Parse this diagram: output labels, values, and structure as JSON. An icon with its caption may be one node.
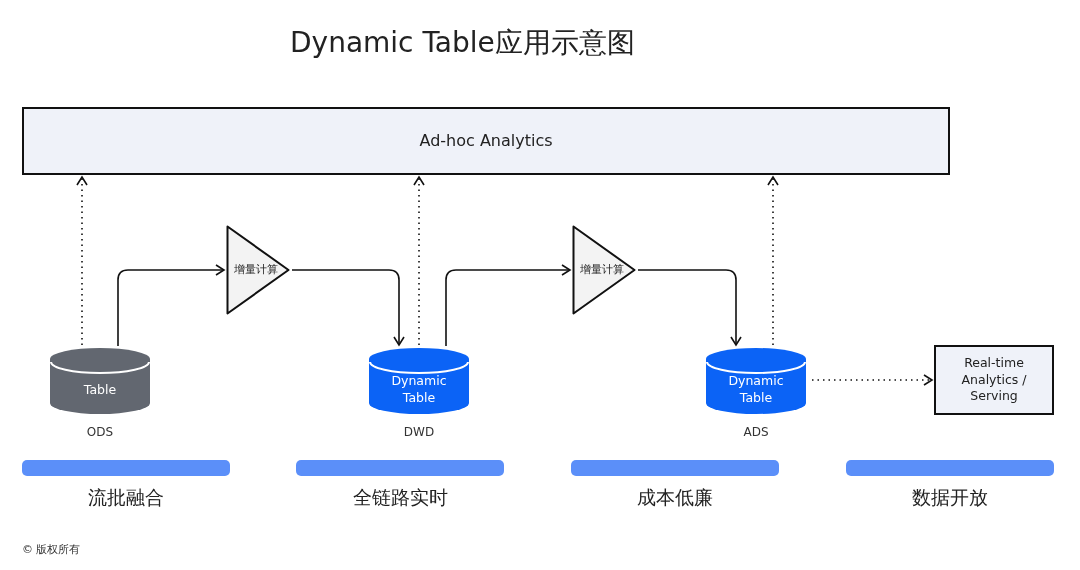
{
  "diagram": {
    "title": "Dynamic Table应用示意图",
    "nodes": [
      {
        "text": [
          "Ad-hoc Analytics"
        ]
      },
      {
        "text": [
          "Table"
        ],
        "beside": [
          "ODS"
        ]
      },
      {
        "text": [
          "增量计算"
        ]
      },
      {
        "text": [
          "Dynamic Table"
        ],
        "beside": [
          "DWD"
        ]
      },
      {
        "text": [
          "增量计算"
        ]
      },
      {
        "text": [
          "Dynamic Table"
        ],
        "beside": [
          "ADS"
        ]
      },
      {
        "text": [
          "Real-time Analytics / Serving"
        ]
      },
      {
        "text": [
          "流批融合"
        ]
      },
      {
        "text": [
          "全链路实时"
        ]
      },
      {
        "text": [
          "成本低廉"
        ]
      },
      {
        "text": [
          "数据开放"
        ]
      }
    ],
    "edges": [
      {
        "from": 1,
        "to": 0,
        "arrow": "to",
        "style": "dashed"
      },
      {
        "from": 1,
        "to": 2,
        "arrow": "to"
      },
      {
        "from": 2,
        "to": 3,
        "arrow": "to"
      },
      {
        "from": 3,
        "to": 0,
        "arrow": "to",
        "style": "dashed"
      },
      {
        "from": 3,
        "to": 4,
        "arrow": "to"
      },
      {
        "from": 4,
        "to": 5,
        "arrow": "to"
      },
      {
        "from": 5,
        "to": 0,
        "arrow": "to",
        "style": "dashed"
      },
      {
        "from": 5,
        "to": 6,
        "arrow": "to",
        "style": "dashed"
      }
    ],
    "labels": [
      "© 版权所有"
    ]
  }
}
